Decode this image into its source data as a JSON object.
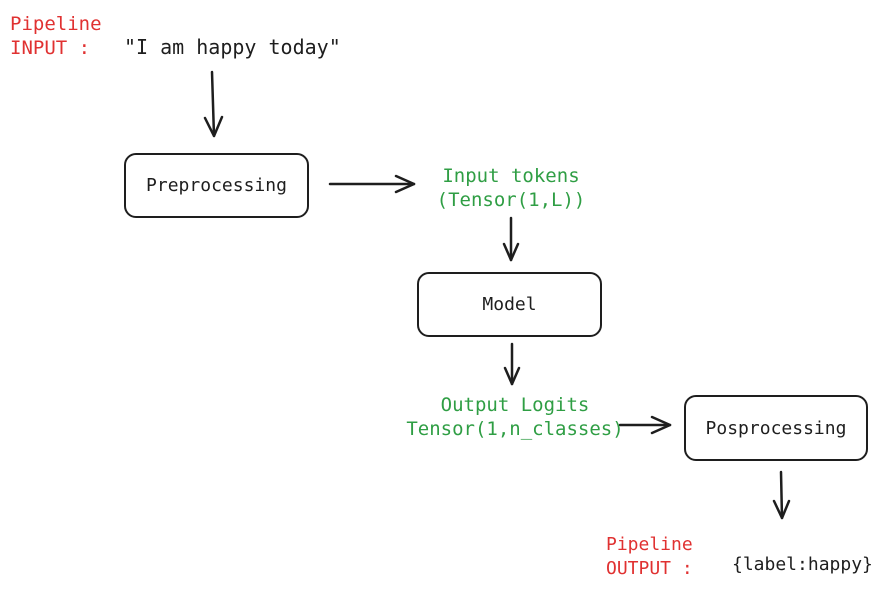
{
  "pipeline_input": {
    "title_line1": "Pipeline",
    "title_line2": "INPUT :",
    "value": "\"I am happy today\""
  },
  "preprocessing": {
    "label": "Preprocessing"
  },
  "input_tokens": {
    "line1": "Input tokens",
    "line2": "(Tensor(1,L))"
  },
  "model": {
    "label": "Model"
  },
  "output_logits": {
    "line1": "Output Logits",
    "line2": "Tensor(1,n_classes)"
  },
  "posprocessing": {
    "label": "Posprocessing"
  },
  "pipeline_output": {
    "title_line1": "Pipeline",
    "title_line2": "OUTPUT :",
    "value": "{label:happy}"
  },
  "colors": {
    "pipeline_label": "#e03131",
    "tensor_label": "#2f9e44",
    "stroke": "#1e1e1e"
  }
}
